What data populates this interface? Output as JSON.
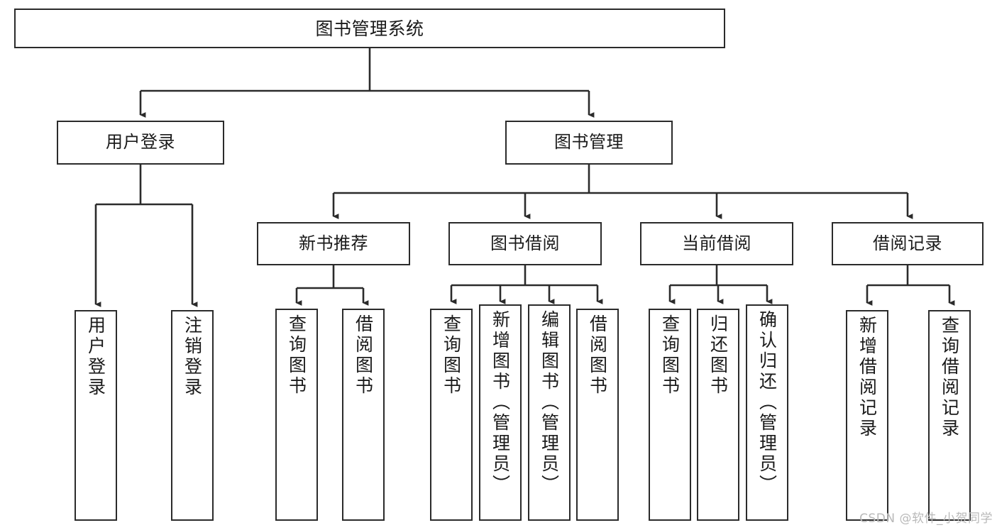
{
  "diagram": {
    "type": "tree-hierarchy-diagram",
    "title": "图书管理系统",
    "watermark": "CSDN @软件_小贺同学",
    "style": {
      "border_color": "#2b2b2b",
      "fill_color": "#ffffff",
      "text_color": "#1a1a1a",
      "watermark_color": "#b9b9b9"
    },
    "nodes": {
      "root": {
        "label": "图书管理系统",
        "level": 1
      },
      "user_login": {
        "label": "用户登录",
        "level": 2
      },
      "book_manage": {
        "label": "图书管理",
        "level": 2
      },
      "new_book_rec": {
        "label": "新书推荐",
        "level": 3
      },
      "book_borrow": {
        "label": "图书借阅",
        "level": 3
      },
      "current_borrow": {
        "label": "当前借阅",
        "level": 3
      },
      "borrow_record": {
        "label": "借阅记录",
        "level": 3
      },
      "leaf_user_login": {
        "label": "用户登录",
        "level": 4
      },
      "leaf_logout": {
        "label": "注销登录",
        "level": 4
      },
      "leaf_query_book_1": {
        "label": "查询图书",
        "level": 4
      },
      "leaf_borrow_book_1": {
        "label": "借阅图书",
        "level": 4
      },
      "leaf_query_book_2": {
        "label": "查询图书",
        "level": 4
      },
      "leaf_add_book": {
        "label": "新增图书（管理员）",
        "level": 4
      },
      "leaf_edit_book": {
        "label": "编辑图书（管理员）",
        "level": 4
      },
      "leaf_borrow_book_2": {
        "label": "借阅图书",
        "level": 4
      },
      "leaf_query_book_3": {
        "label": "查询图书",
        "level": 4
      },
      "leaf_return_book": {
        "label": "归还图书",
        "level": 4
      },
      "leaf_confirm_return": {
        "label": "确认归还（管理员）",
        "level": 4
      },
      "leaf_add_record": {
        "label": "新增借阅记录",
        "level": 4
      },
      "leaf_query_record": {
        "label": "查询借阅记录",
        "level": 4
      }
    },
    "edges": [
      {
        "from": "root",
        "to": "user_login"
      },
      {
        "from": "root",
        "to": "book_manage"
      },
      {
        "from": "user_login",
        "to": "leaf_user_login"
      },
      {
        "from": "user_login",
        "to": "leaf_logout"
      },
      {
        "from": "book_manage",
        "to": "new_book_rec"
      },
      {
        "from": "book_manage",
        "to": "book_borrow"
      },
      {
        "from": "book_manage",
        "to": "current_borrow"
      },
      {
        "from": "book_manage",
        "to": "borrow_record"
      },
      {
        "from": "new_book_rec",
        "to": "leaf_query_book_1"
      },
      {
        "from": "new_book_rec",
        "to": "leaf_borrow_book_1"
      },
      {
        "from": "book_borrow",
        "to": "leaf_query_book_2"
      },
      {
        "from": "book_borrow",
        "to": "leaf_add_book"
      },
      {
        "from": "book_borrow",
        "to": "leaf_edit_book"
      },
      {
        "from": "book_borrow",
        "to": "leaf_borrow_book_2"
      },
      {
        "from": "current_borrow",
        "to": "leaf_query_book_3"
      },
      {
        "from": "current_borrow",
        "to": "leaf_return_book"
      },
      {
        "from": "current_borrow",
        "to": "leaf_confirm_return"
      },
      {
        "from": "borrow_record",
        "to": "leaf_add_record"
      },
      {
        "from": "borrow_record",
        "to": "leaf_query_record"
      }
    ]
  }
}
